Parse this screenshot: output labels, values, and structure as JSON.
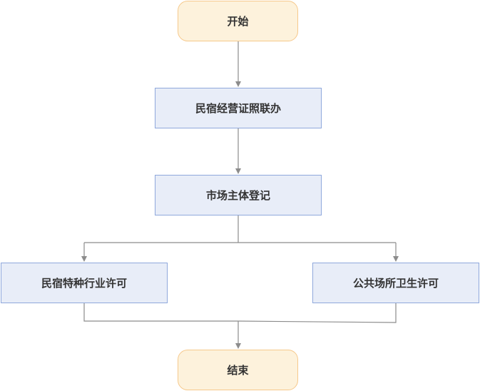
{
  "flowchart": {
    "start": "开始",
    "step1": "民宿经营证照联办",
    "step2": "市场主体登记",
    "branch_left": "民宿特种行业许可",
    "branch_right": "公共场所卫生许可",
    "end": "结束"
  },
  "colors": {
    "terminal_fill": "#fdf2dc",
    "terminal_border": "#f6c98c",
    "process_fill": "#e8edf8",
    "process_border": "#8fa8dc",
    "edge": "#8c8c8c"
  }
}
